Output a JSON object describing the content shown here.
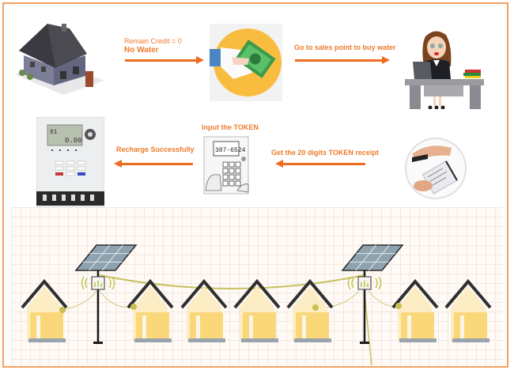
{
  "steps": {
    "step1": {
      "line1": "Remain Credit = 0",
      "line2": "No Water"
    },
    "step2": {
      "label": "Go to sales point to buy water"
    },
    "sales_point": {
      "title": "Sales Point",
      "subtitle": "Stronpay Vending Software"
    },
    "step3": {
      "label": "Get the 20 digits TOKEN receipt"
    },
    "step4": {
      "label": "Input the TOKEN"
    },
    "step5": {
      "label": "Recharge Successfully"
    }
  },
  "meter": {
    "display_left": "01",
    "display_value": "0.00"
  },
  "keypad": {
    "display_value": "387-6524"
  },
  "icons": {
    "house": "house-icon",
    "money": "money-payment-icon",
    "clerk": "sales-clerk-icon",
    "receipt": "token-receipt-icon",
    "keypad": "token-keypad-icon",
    "meter": "prepaid-meter-icon",
    "solar": "solar-panel-icon"
  },
  "colors": {
    "accent": "#ee7a2c",
    "arrow": "#ee6b22",
    "border": "#f0a060",
    "house_wall": "#fce7a8",
    "wire": "#c8c060"
  }
}
